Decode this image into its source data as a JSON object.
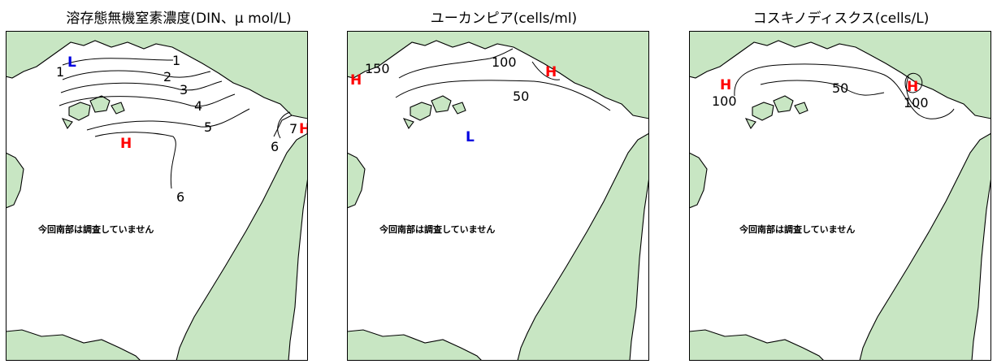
{
  "panels": [
    {
      "title": "溶存態無機窒素濃度(DIN、μ mol/L)",
      "note": "今回南部は調査していません",
      "contour_labels": [
        "1",
        "1",
        "2",
        "3",
        "4",
        "5",
        "6",
        "6",
        "7"
      ],
      "markers": [
        {
          "label": "L",
          "kind": "low"
        },
        {
          "label": "H",
          "kind": "high"
        },
        {
          "label": "H",
          "kind": "high"
        }
      ]
    },
    {
      "title": "ユーカンピア(cells/ml)",
      "note": "今回南部は調査していません",
      "contour_labels": [
        "150",
        "100",
        "50"
      ],
      "markers": [
        {
          "label": "H",
          "kind": "high"
        },
        {
          "label": "H",
          "kind": "high"
        },
        {
          "label": "L",
          "kind": "low"
        }
      ]
    },
    {
      "title": "コスキノディスクス(cells/L)",
      "note": "今回南部は調査していません",
      "contour_labels": [
        "100",
        "50",
        "100"
      ],
      "markers": [
        {
          "label": "H",
          "kind": "high"
        },
        {
          "label": "H",
          "kind": "high"
        }
      ]
    }
  ],
  "colors": {
    "land": "#c8e6c3",
    "high_marker": "#ff0000",
    "low_marker": "#0000e0",
    "border": "#000000"
  }
}
